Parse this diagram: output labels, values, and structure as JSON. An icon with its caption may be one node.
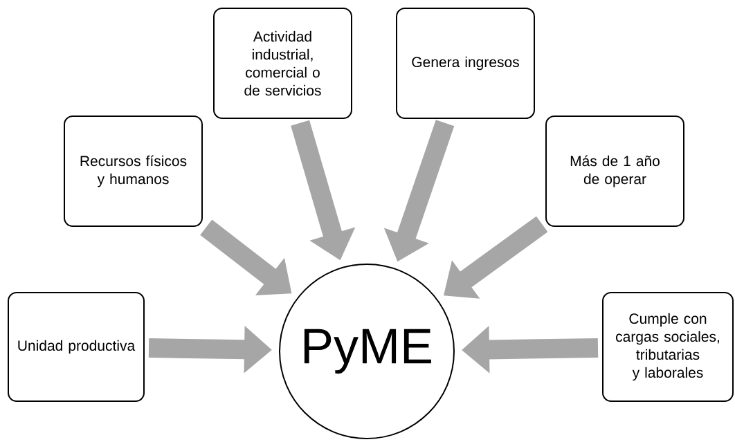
{
  "diagram": {
    "nodes": [
      {
        "text": [
          "Unidad productiva"
        ]
      },
      {
        "text": [
          "Recursos físicos y humanos"
        ]
      },
      {
        "text": [
          "Actividad industrial, comercial o de servicios"
        ]
      },
      {
        "text": [
          "Genera ingresos"
        ]
      },
      {
        "text": [
          "Más de 1 año de operar"
        ]
      },
      {
        "text": [
          "Cumple con cargas sociales, tributarias y laborales"
        ]
      },
      {
        "text": [
          "PyME"
        ]
      }
    ],
    "edges": [
      {
        "from": 0,
        "to": 6,
        "arrow": "to"
      },
      {
        "from": 1,
        "to": 6,
        "arrow": "to"
      },
      {
        "from": 2,
        "to": 6,
        "arrow": "to"
      },
      {
        "from": 3,
        "to": 6,
        "arrow": "to"
      },
      {
        "from": 4,
        "to": 6,
        "arrow": "to"
      },
      {
        "from": 5,
        "to": 6,
        "arrow": "to"
      }
    ]
  }
}
